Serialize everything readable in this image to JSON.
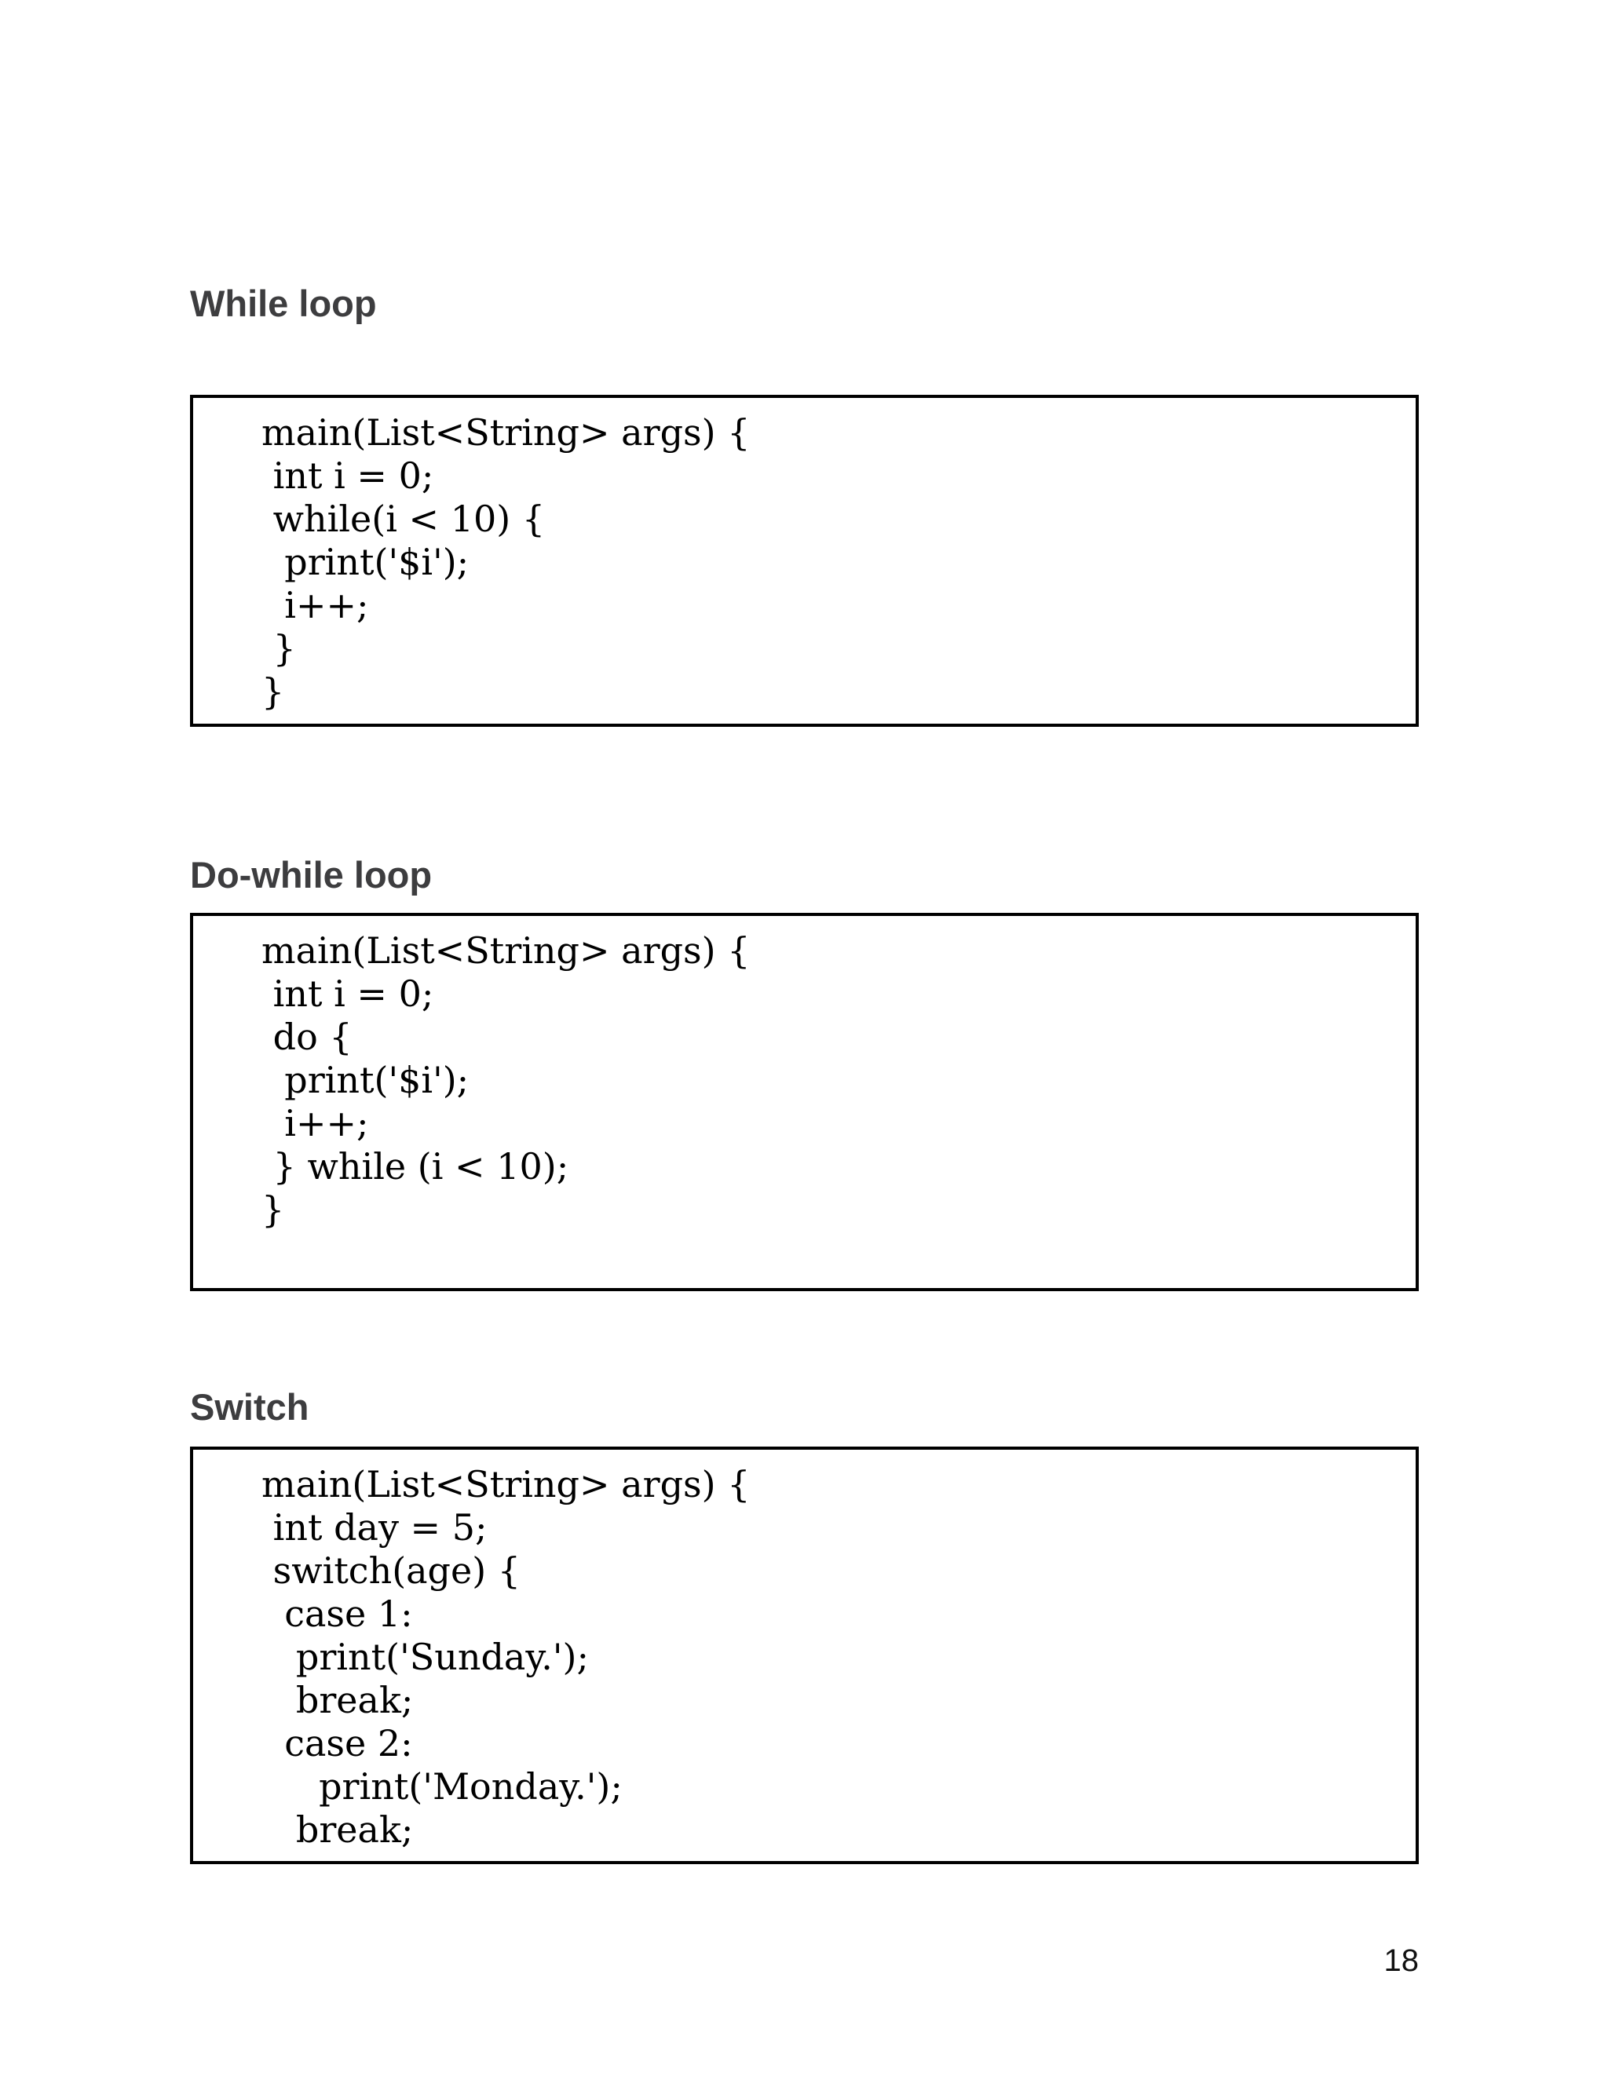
{
  "page": {
    "number": "18"
  },
  "sections": [
    {
      "heading": "While loop",
      "code_lines": [
        "main(List<String> args) {",
        " int i = 0;",
        " while(i < 10) {",
        "  print('$i');",
        "  i++;",
        " }",
        "}"
      ]
    },
    {
      "heading": "Do-while loop",
      "code_lines": [
        "main(List<String> args) {",
        " int i = 0;",
        " do {",
        "  print('$i');",
        "  i++;",
        " } while (i < 10);",
        "}"
      ]
    },
    {
      "heading": "Switch",
      "code_lines": [
        "main(List<String> args) {",
        " int day = 5;",
        " switch(age) {",
        "  case 1:",
        "   print('Sunday.');",
        "   break;",
        "  case 2:",
        "     print('Monday.');",
        "   break;"
      ]
    }
  ]
}
